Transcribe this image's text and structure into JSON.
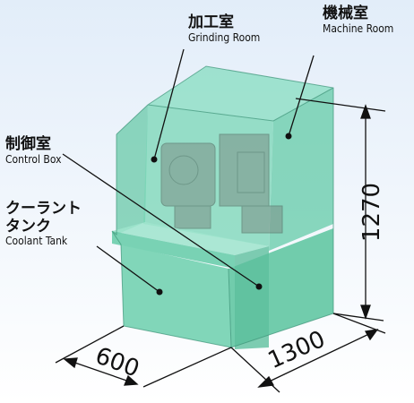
{
  "labels": {
    "grinding": {
      "jp": "加工室",
      "en": "Grinding Room"
    },
    "machine": {
      "jp": "機械室",
      "en": "Machine Room"
    },
    "control": {
      "jp": "制御室",
      "en": "Control Box"
    },
    "coolant": {
      "jp1": "クーラント",
      "jp2": "タンク",
      "en": "Coolant Tank"
    }
  },
  "dimensions": {
    "height": "1270",
    "length": "1300",
    "width": "600"
  },
  "colors": {
    "background_top": "#e6f0fa",
    "background_bottom": "#ffffff",
    "enclosure": "#76d6b8",
    "enclosure_dark": "#4fb493",
    "line": "#111111"
  }
}
